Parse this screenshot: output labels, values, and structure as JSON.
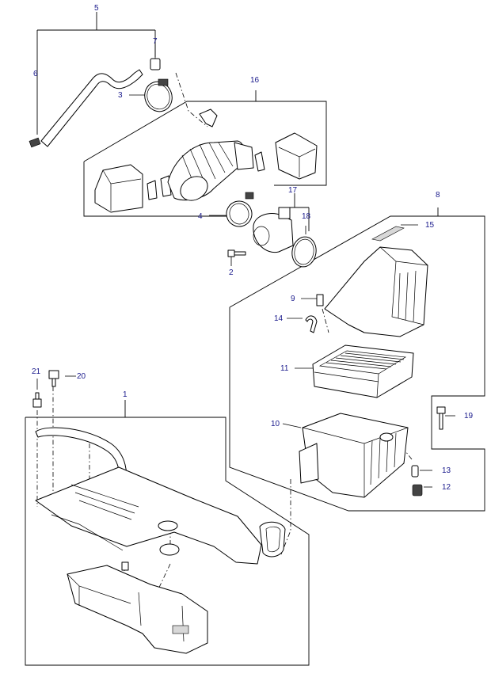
{
  "diagram": {
    "callouts": [
      {
        "id": "c1",
        "text": "1"
      },
      {
        "id": "c2",
        "text": "2"
      },
      {
        "id": "c3",
        "text": "3"
      },
      {
        "id": "c4",
        "text": "4"
      },
      {
        "id": "c5",
        "text": "5"
      },
      {
        "id": "c6",
        "text": "6"
      },
      {
        "id": "c7",
        "text": "7"
      },
      {
        "id": "c8",
        "text": "8"
      },
      {
        "id": "c9",
        "text": "9"
      },
      {
        "id": "c10",
        "text": "10"
      },
      {
        "id": "c11",
        "text": "11"
      },
      {
        "id": "c12",
        "text": "12"
      },
      {
        "id": "c13",
        "text": "13"
      },
      {
        "id": "c14",
        "text": "14"
      },
      {
        "id": "c15",
        "text": "15"
      },
      {
        "id": "c16",
        "text": "16"
      },
      {
        "id": "c17",
        "text": "17"
      },
      {
        "id": "c18",
        "text": "18"
      },
      {
        "id": "c19",
        "text": "19"
      },
      {
        "id": "c20",
        "text": "20"
      },
      {
        "id": "c21",
        "text": "21"
      }
    ],
    "colors": {
      "callout_text": "#1a1a8c",
      "line_art": "#000000",
      "background": "#ffffff"
    }
  }
}
